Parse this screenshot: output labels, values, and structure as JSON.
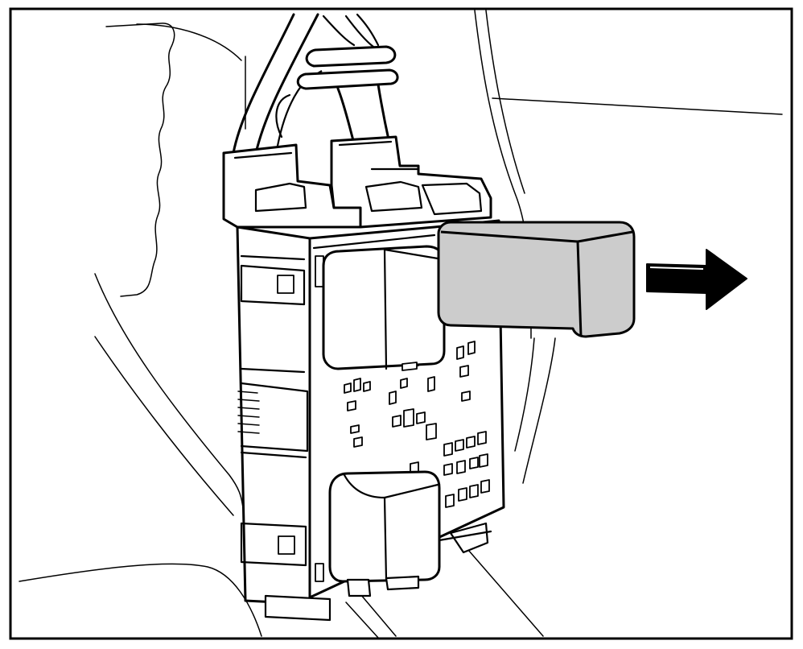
{
  "diagram": {
    "colors": {
      "background": "#ffffff",
      "line": "#000000",
      "highlighted_relay": "#cccccc",
      "arrow": "#000000"
    },
    "components": [
      {
        "name": "fuse-relay-box",
        "highlighted": false
      },
      {
        "name": "upper-relay",
        "highlighted": false
      },
      {
        "name": "lower-relay",
        "highlighted": false
      },
      {
        "name": "removed-relay",
        "highlighted": true
      },
      {
        "name": "removal-arrow",
        "direction": "right"
      }
    ]
  }
}
